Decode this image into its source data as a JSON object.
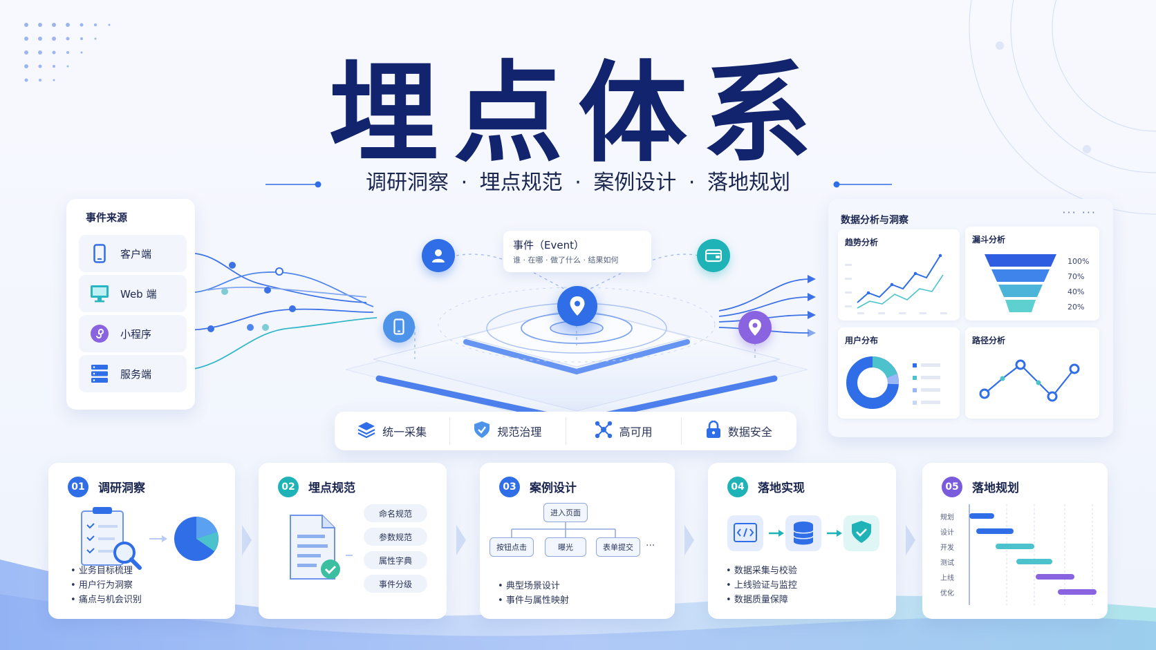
{
  "title": "埋点体系",
  "subtitle": [
    "调研洞察",
    "埋点规范",
    "案例设计",
    "落地规划"
  ],
  "subtitle_separator": "·",
  "event_sources": {
    "heading": "事件来源",
    "items": [
      {
        "label": "客户端",
        "icon": "phone-icon"
      },
      {
        "label": "Web 端",
        "icon": "monitor-icon"
      },
      {
        "label": "小程序",
        "icon": "miniprogram-icon"
      },
      {
        "label": "服务端",
        "icon": "server-icon"
      }
    ]
  },
  "event_bubble": {
    "title": "事件（Event）",
    "desc": "谁 · 在哪 · 做了什么 · 结果如何"
  },
  "hub_icons": [
    "user-icon",
    "wallet-icon",
    "mobile-icon",
    "location-icon",
    "location-pin-icon"
  ],
  "features": [
    {
      "label": "统一采集",
      "icon": "layers-icon"
    },
    {
      "label": "规范治理",
      "icon": "shield-check-icon"
    },
    {
      "label": "高可用",
      "icon": "cluster-icon"
    },
    {
      "label": "数据安全",
      "icon": "lock-icon"
    }
  ],
  "analysis": {
    "heading": "数据分析与洞察",
    "more": "··· ···",
    "panels": {
      "trend": "趋势分析",
      "funnel": "漏斗分析",
      "users": "用户分布",
      "path": "路径分析"
    },
    "funnel_levels": [
      "100%",
      "70%",
      "40%",
      "20%"
    ],
    "funnel_values": [
      1.0,
      0.7,
      0.4,
      0.2
    ]
  },
  "steps": [
    {
      "num": "01",
      "title": "调研洞察",
      "color": "#2f6ee6",
      "bullets": [
        "业务目标梳理",
        "用户行为洞察",
        "痛点与机会识别"
      ]
    },
    {
      "num": "02",
      "title": "埋点规范",
      "color": "#1fb3b8",
      "pills": [
        "命名规范",
        "参数规范",
        "属性字典",
        "事件分级"
      ]
    },
    {
      "num": "03",
      "title": "案例设计",
      "color": "#2f6ee6",
      "root": "进入页面",
      "children": [
        "按钮点击",
        "曝光",
        "表单提交"
      ],
      "more": "···",
      "bullets": [
        "典型场景设计",
        "事件与属性映射"
      ]
    },
    {
      "num": "04",
      "title": "落地实现",
      "color": "#1fb3b8",
      "bullets": [
        "数据采集与校验",
        "上线验证与监控",
        "数据质量保障"
      ]
    },
    {
      "num": "05",
      "title": "落地规划",
      "color": "#7a5bdc",
      "gantt": [
        "规划",
        "设计",
        "开发",
        "测试",
        "上线",
        "优化"
      ]
    }
  ],
  "colors": {
    "primary": "#2f6ee6",
    "teal": "#1fb3b8",
    "purple": "#7a5bdc",
    "navy": "#13246e"
  }
}
